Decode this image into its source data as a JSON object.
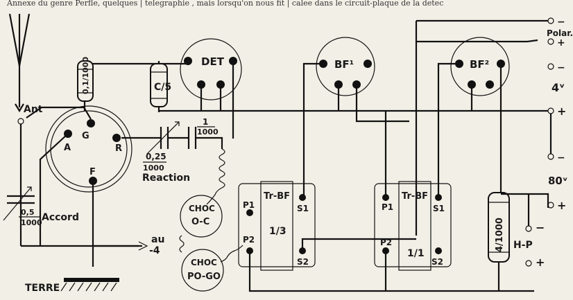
{
  "header_text": "Annexe du genre Perfle, quelques | telegraphie , mais lorsqu'on nous fit | calee dans le circuit-plaque de la detec",
  "antenna": {
    "label": "Ant"
  },
  "coil_socket": {
    "pins": {
      "A": "A",
      "G": "G",
      "R": "R",
      "F": "F"
    }
  },
  "grid_capacitor": {
    "value": "0,1/1000"
  },
  "grid_leak": {
    "value": "C/5"
  },
  "tubes": {
    "det": "DET",
    "bf1": "BF¹",
    "bf2": "BF²"
  },
  "reaction": {
    "value_num": "0,25",
    "value_den": "1000",
    "label": "Reaction"
  },
  "coupling_capacitor": {
    "value_num": "1",
    "value_den": "1000"
  },
  "accord": {
    "value_num": "0,5",
    "value_den": "1000",
    "label": "Accord"
  },
  "chokes": {
    "oc_line1": "CHOC",
    "oc_line2": "O-C",
    "pogo_line1": "CHOC",
    "pogo_line2": "PO-GO"
  },
  "transformers": {
    "t1": {
      "title": "Tr-BF",
      "ratio": "1/3",
      "p1": "P1",
      "p2": "P2",
      "s1": "S1",
      "s2": "S2"
    },
    "t2": {
      "title": "Tr-BF",
      "ratio": "1/1",
      "p1": "P1",
      "p2": "P2",
      "s1": "S1",
      "s2": "S2"
    }
  },
  "bias_resistor": {
    "value": "4/1000"
  },
  "hp": {
    "label": "H-P",
    "minus": "−",
    "plus": "+"
  },
  "terminals": {
    "polar_label": "Polar.",
    "polar_minus": "−",
    "polar_plus": "+",
    "v4_minus": "−",
    "v4_label": "4ᵛ",
    "v4_plus": "+",
    "v80_minus": "−",
    "v80_label": "80ᵛ",
    "v80_plus": "+"
  },
  "ground": {
    "au_label": "au",
    "au_value": "-4",
    "terre": "TERRE"
  }
}
